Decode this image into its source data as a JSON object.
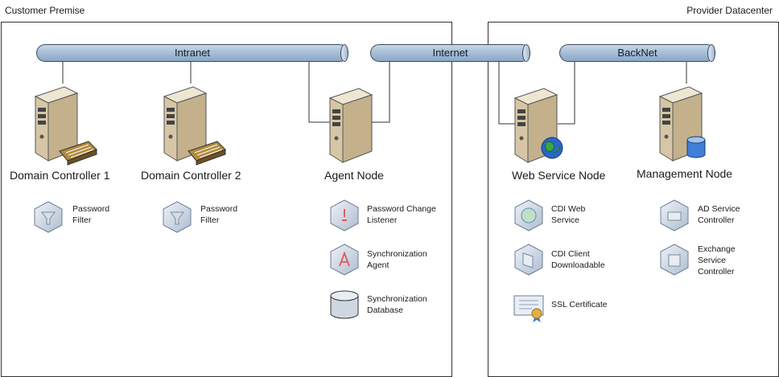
{
  "regions": {
    "customer": "Customer Premise",
    "provider": "Provider Datacenter"
  },
  "networks": {
    "intranet": "Intranet",
    "internet": "Internet",
    "backnet": "BackNet"
  },
  "nodes": {
    "dc1": "Domain Controller 1",
    "dc2": "Domain Controller 2",
    "agent": "Agent Node",
    "web": "Web Service Node",
    "mgmt": "Management Node"
  },
  "components": {
    "dc1_filter": "Password\nFilter",
    "dc2_filter": "Password\nFilter",
    "pcl": "Password Change\nListener",
    "sync_agent": "Synchronization\nAgent",
    "sync_db": "Synchronization\nDatabase",
    "cdi_web": "CDI Web\nService",
    "cdi_client": "CDI Client\nDownloadable",
    "ssl": "SSL Certificate",
    "ad_svc": "AD Service\nController",
    "exch_svc": "Exchange\nService\nController"
  },
  "colors": {
    "bus": "#9fb6d0",
    "server_body": "#d9cbb0",
    "hexagon": "#c9d3e0"
  }
}
